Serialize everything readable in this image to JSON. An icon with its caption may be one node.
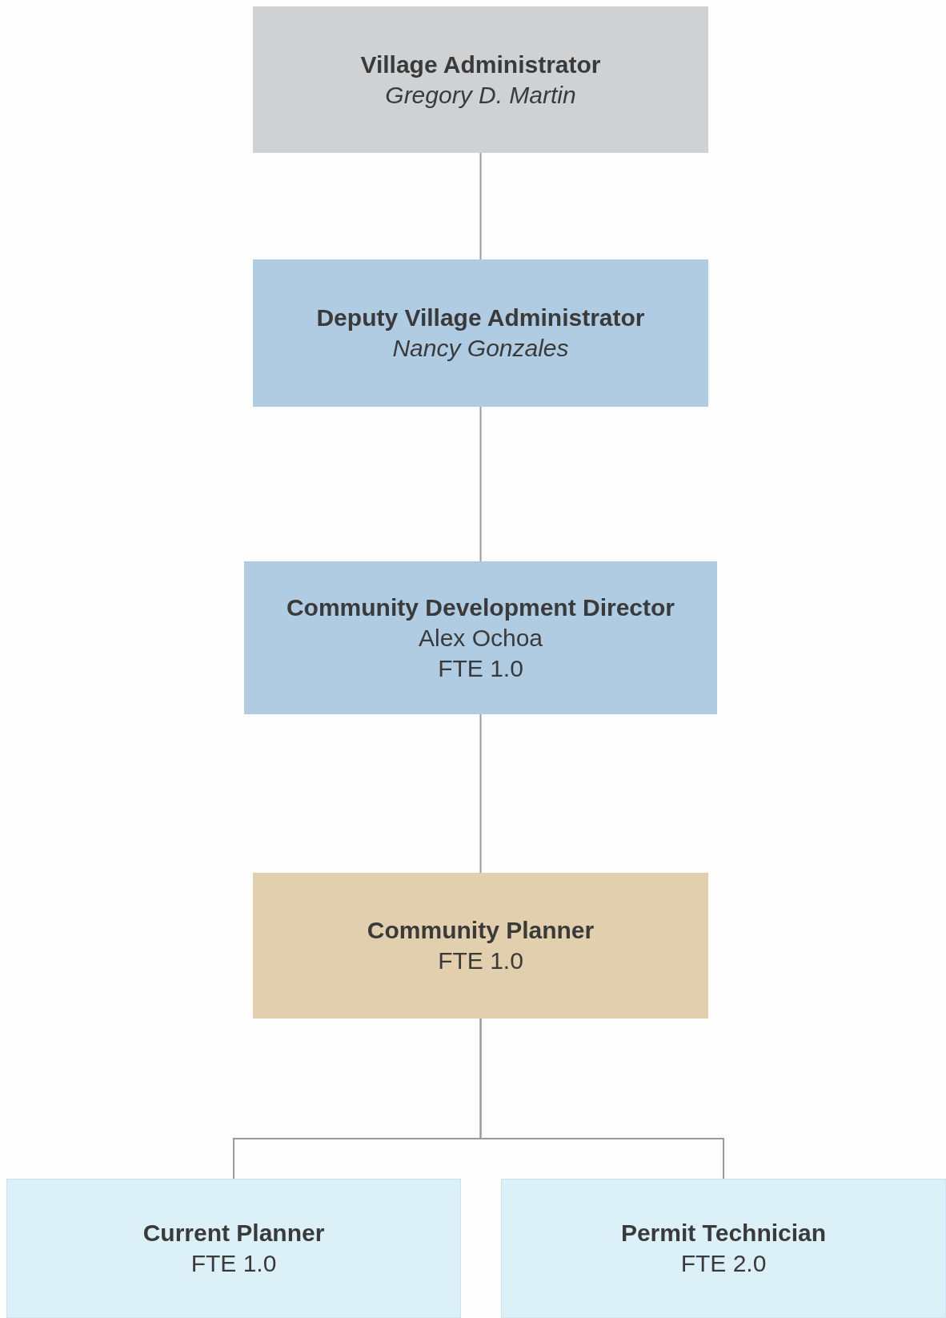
{
  "diagram": {
    "nodes": [
      {
        "text": [
          "Village Administrator",
          "Gregory D. Martin"
        ]
      },
      {
        "text": [
          "Deputy Village Administrator",
          "Nancy Gonzales"
        ]
      },
      {
        "text": [
          "Community Development Director",
          "Alex Ochoa",
          "FTE 1.0"
        ]
      },
      {
        "text": [
          "Community Planner",
          "FTE 1.0"
        ]
      },
      {
        "text": [
          "Current Planner",
          "FTE 1.0"
        ]
      },
      {
        "text": [
          "Permit Technician",
          "FTE 2.0"
        ]
      }
    ],
    "edges": [
      {
        "from": 0,
        "to": 1,
        "arrow": "none"
      },
      {
        "from": 1,
        "to": 2,
        "arrow": "none"
      },
      {
        "from": 2,
        "to": 3,
        "arrow": "none"
      },
      {
        "from": 3,
        "to": 4,
        "arrow": "none"
      },
      {
        "from": 3,
        "to": 5,
        "arrow": "none"
      }
    ]
  }
}
